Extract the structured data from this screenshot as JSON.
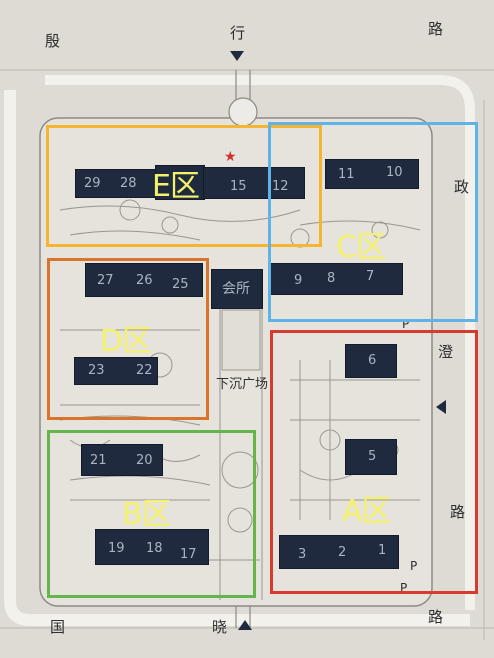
{
  "roads": {
    "top_left": "殷",
    "top_center": "行",
    "top_right": "路",
    "right_1": "政",
    "right_2": "澄",
    "right_3": "路",
    "bottom_left": "国",
    "bottom_center": "晓",
    "bottom_right": "路"
  },
  "zones": {
    "e": {
      "label": "E区",
      "color": "#f5b533"
    },
    "c": {
      "label": "C区",
      "color": "#5fb3e6"
    },
    "d": {
      "label": "D区",
      "color": "#d8742c"
    },
    "b": {
      "label": "B区",
      "color": "#63b54c"
    },
    "a": {
      "label": "A区",
      "color": "#d63b30"
    }
  },
  "buildings": {
    "n29": "29",
    "n28": "28",
    "n15": "15",
    "n12": "12",
    "n11": "11",
    "n10": "10",
    "n27": "27",
    "n26": "26",
    "n25": "25",
    "n9": "9",
    "n8": "8",
    "n7": "7",
    "n23": "23",
    "n22": "22",
    "n6": "6",
    "n5": "5",
    "n21": "21",
    "n20": "20",
    "n19": "19",
    "n18": "18",
    "n17": "17",
    "n3": "3",
    "n2": "2",
    "n1": "1"
  },
  "places": {
    "clubhouse": "会所",
    "sunken_plaza": "下沉广场",
    "parking_1": "P",
    "parking_2": "P",
    "parking_3": "P"
  },
  "colors": {
    "background": "#dedbd5",
    "building": "#1f2a3e",
    "zone_label": "#f4f26a",
    "star": "#d0312d"
  }
}
